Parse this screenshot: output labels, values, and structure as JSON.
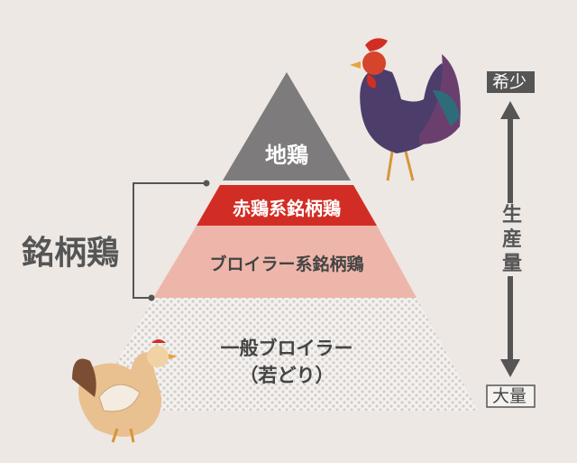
{
  "pyramid": {
    "levels": [
      {
        "label": "地鶏",
        "color": "#7d7b7b",
        "text_color": "#ffffff"
      },
      {
        "label": "赤鶏系銘柄鶏",
        "color": "#d22d24",
        "text_color": "#ffffff"
      },
      {
        "label": "ブロイラー系銘柄鶏",
        "color": "#eeb6aa",
        "text_color": "#444444"
      },
      {
        "label_line1": "一般ブロイラー",
        "label_line2": "（若どり）",
        "color": "#dcd8d6",
        "text_color": "#444444"
      }
    ]
  },
  "bracket": {
    "label": "銘柄鶏"
  },
  "axis": {
    "top_label": "希少",
    "bottom_label": "大量",
    "title": "生産量",
    "color": "#555555"
  }
}
